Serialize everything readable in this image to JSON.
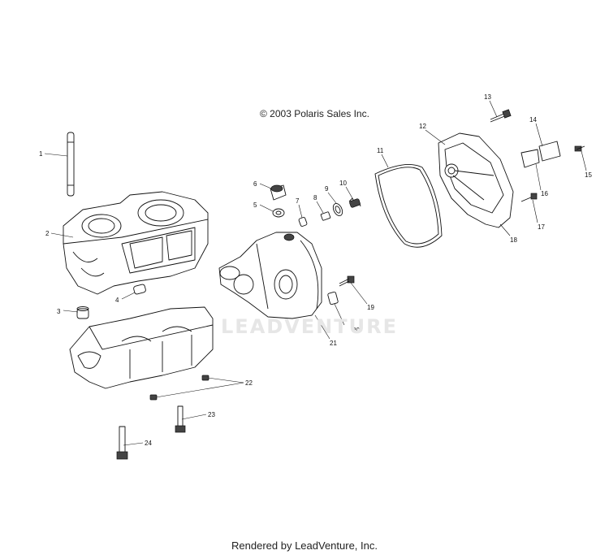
{
  "copyright": "© 2003 Polaris Sales Inc.",
  "watermark": "LEADVENTURE",
  "footer": "Rendered by LeadVenture, Inc.",
  "callouts": [
    "1",
    "2",
    "3",
    "4",
    "5",
    "6",
    "7",
    "8",
    "9",
    "10",
    "11",
    "12",
    "13",
    "14",
    "15",
    "16",
    "17",
    "18",
    "19",
    "20",
    "21",
    "22",
    "23",
    "24"
  ]
}
